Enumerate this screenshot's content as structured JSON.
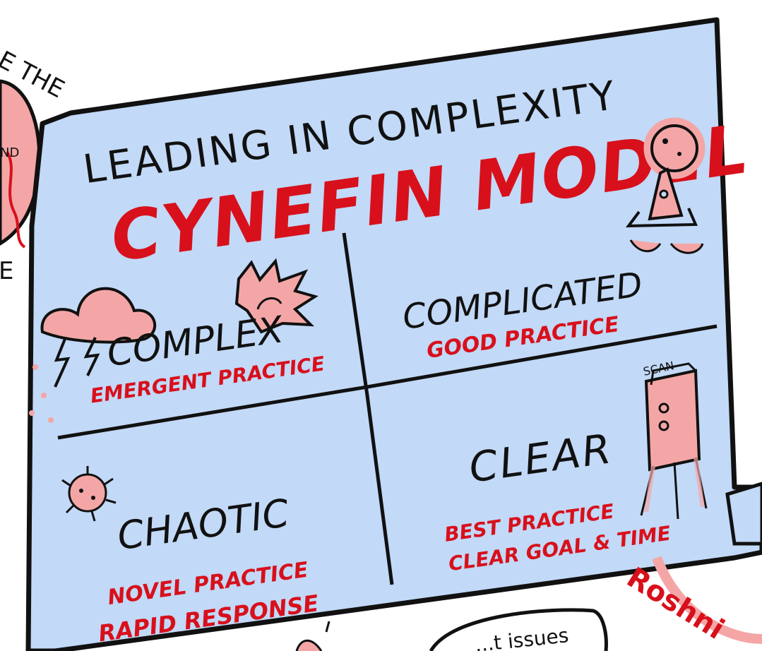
{
  "title": "LEADING IN COMPLEXITY",
  "model_name": "CYNEFIN MODEL",
  "left_fragment": {
    "line1": "E THE",
    "line2": "ND",
    "line3": "E"
  },
  "quadrants": {
    "complex": {
      "name": "COMPLEX",
      "practice": "EMERGENT PRACTICE"
    },
    "complicated": {
      "name": "COMPLICATED",
      "practice": "GOOD PRACTICE"
    },
    "chaotic": {
      "name": "CHAOTIC",
      "practice_1": "NOVEL PRACTICE",
      "practice_2": "RAPID RESPONSE"
    },
    "clear": {
      "name": "CLEAR",
      "practice_1": "BEST PRACTICE",
      "practice_2": "CLEAR GOAL & TIME",
      "scan_label": "SCAN"
    }
  },
  "author_fragment": "Roshni",
  "bottom_fragment": "...t issues",
  "colors": {
    "card": "#c2d9f7",
    "accent_red": "#d8101b",
    "accent_pink": "#f4a6a6",
    "ink": "#111111"
  },
  "icons": [
    "storm-cloud-icon",
    "sun-icon",
    "virus-icon",
    "rocket-moon-icon",
    "scan-machine-icon"
  ]
}
